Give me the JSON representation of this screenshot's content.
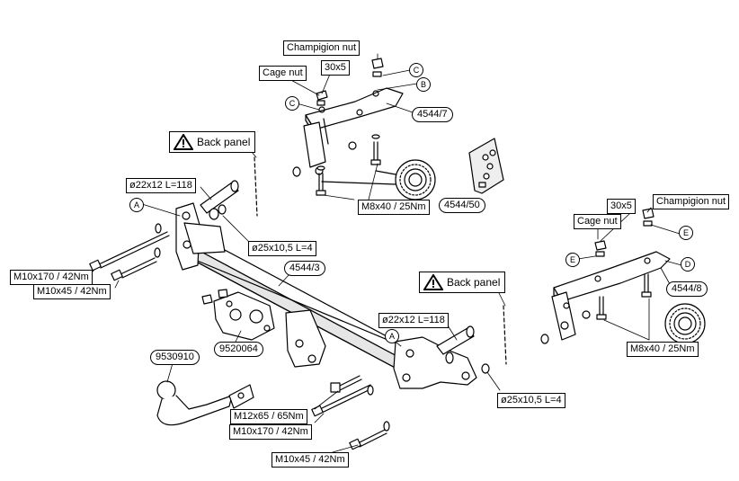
{
  "labels": {
    "champion_nut_left": "Champigion nut",
    "cage_nut_left": "Cage nut",
    "washer_30x5_left": "30x5",
    "back_panel_left": "Back panel",
    "tube_left": "ø22x12 L=118",
    "bolt_m10x170_left": "M10x170 / 42Nm",
    "bolt_m10x45_left": "M10x45 / 42Nm",
    "spacer_left": "ø25x10,5 L=4",
    "bolt_m8x40_left": "M8x40 / 25Nm",
    "champion_nut_right": "Champigion nut",
    "cage_nut_right": "Cage nut",
    "washer_30x5_right": "30x5",
    "back_panel_right": "Back panel",
    "tube_right": "ø22x12 L=118",
    "spacer_right": "ø25x10,5 L=4",
    "bolt_m8x40_right": "M8x40 / 25Nm",
    "bolt_m12x65": "M12x65 / 65Nm",
    "bolt_m10x170_bottom": "M10x170 / 42Nm",
    "bolt_m10x45_bottom": "M10x45 / 42Nm"
  },
  "part_numbers": {
    "bracket_left": "4544/7",
    "bracket_plate": "4544/50",
    "main_bar": "4544/3",
    "bracket_right": "4544/8",
    "socket_plate": "9520064",
    "tow_ball": "9530910"
  },
  "callouts": {
    "a_left": "A",
    "a_right": "A",
    "b": "B",
    "c_top": "C",
    "c_left": "C",
    "d": "D",
    "e_top": "E",
    "e_left": "E"
  }
}
